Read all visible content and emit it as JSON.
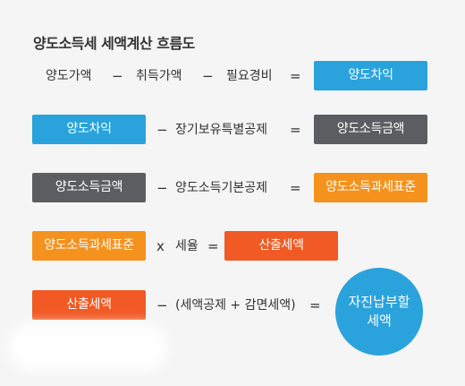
{
  "title": "양도소득세 세액계산 흐름도",
  "row1": {
    "a": "양도가액",
    "op1": "−",
    "b": "취득가액",
    "op2": "−",
    "c": "필요경비",
    "eq": "=",
    "result": "양도차익"
  },
  "row2": {
    "a": "양도차익",
    "op": "−",
    "b": "장기보유특별공제",
    "eq": "=",
    "result": "양도소득금액"
  },
  "row3": {
    "a": "양도소득금액",
    "op": "−",
    "b": "양도소득기본공제",
    "eq": "=",
    "result": "양도소득과세표준"
  },
  "row4": {
    "a": "양도소득과세표준",
    "op": "x",
    "b": "세율",
    "eq": "=",
    "result": "산출세액"
  },
  "row5": {
    "a": "산출세액",
    "op": "−",
    "b": "(세액공제 + 감면세액)",
    "eq": "=",
    "result_line1": "자진납부할",
    "result_line2": "세액"
  },
  "colors": {
    "blue": "#2aa3dc",
    "gray": "#5c5d60",
    "orange": "#f5921e",
    "red": "#f15a24"
  }
}
